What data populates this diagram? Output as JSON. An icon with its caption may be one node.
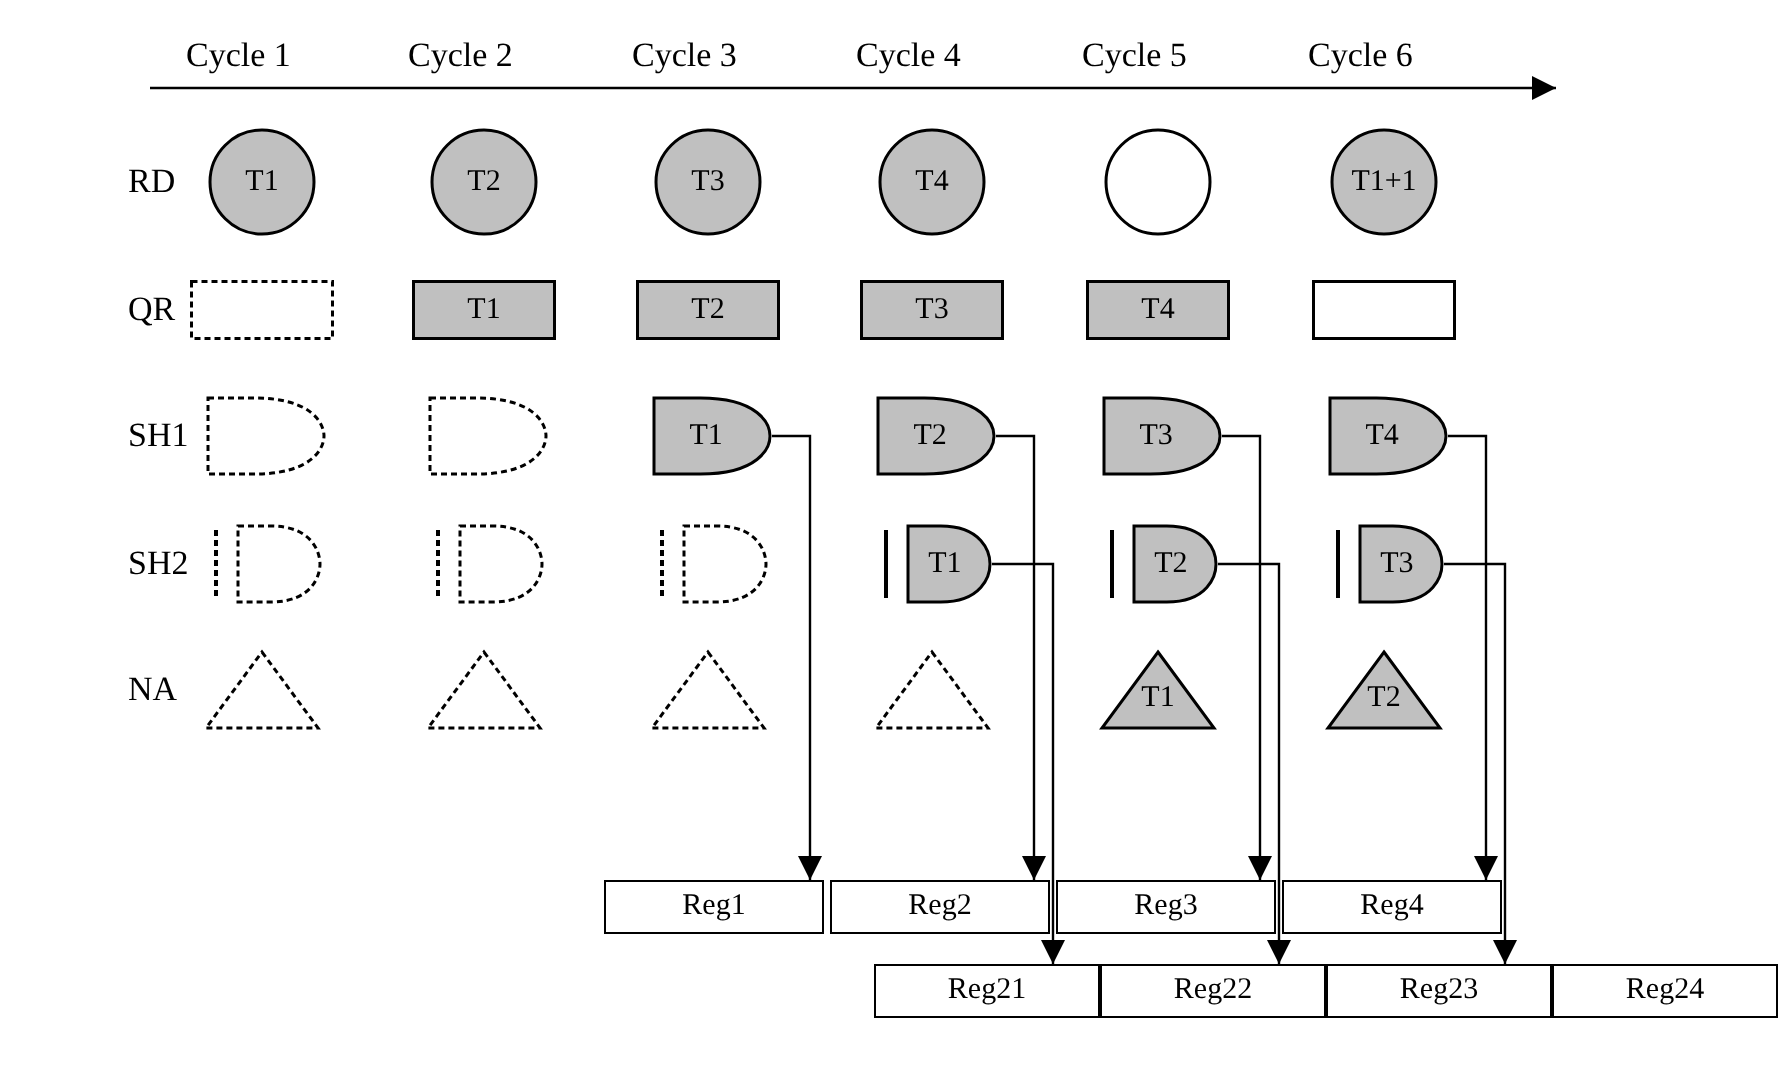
{
  "diagram": {
    "nodes": [
      {
        "text": [
          "T1"
        ]
      },
      {
        "text": [
          "T2"
        ]
      },
      {
        "text": [
          "T3"
        ]
      },
      {
        "text": [
          "T4"
        ]
      },
      {
        "text": [],
        "shape": "circle"
      },
      {
        "text": [
          "T1+1"
        ]
      },
      {
        "text": [],
        "shape": "box"
      },
      {
        "text": [
          "T1"
        ]
      },
      {
        "text": [
          "T2"
        ]
      },
      {
        "text": [
          "T3"
        ]
      },
      {
        "text": [
          "T4"
        ]
      },
      {
        "text": [],
        "shape": "box"
      },
      {
        "text": [],
        "shape": "gate"
      },
      {
        "text": [],
        "shape": "gate"
      },
      {
        "text": [
          "T1"
        ]
      },
      {
        "text": [
          "T2"
        ]
      },
      {
        "text": [
          "T3"
        ]
      },
      {
        "text": [
          "T4"
        ]
      },
      {
        "text": [],
        "shape": "gate"
      },
      {
        "text": [],
        "shape": "gate"
      },
      {
        "text": [],
        "shape": "gate"
      },
      {
        "text": [
          "T1"
        ]
      },
      {
        "text": [
          "T2"
        ]
      },
      {
        "text": [
          "T3"
        ]
      },
      {
        "text": [],
        "shape": "triangle"
      },
      {
        "text": [],
        "shape": "triangle"
      },
      {
        "text": [],
        "shape": "triangle"
      },
      {
        "text": [],
        "shape": "triangle"
      },
      {
        "text": [
          "T1"
        ]
      },
      {
        "text": [
          "T2"
        ]
      },
      {
        "text": [
          "Reg1"
        ]
      },
      {
        "text": [
          "Reg2"
        ]
      },
      {
        "text": [
          "Reg3"
        ]
      },
      {
        "text": [
          "Reg4"
        ]
      },
      {
        "text": [
          "Reg21"
        ]
      },
      {
        "text": [
          "Reg22"
        ]
      },
      {
        "text": [
          "Reg23"
        ]
      },
      {
        "text": [
          "Reg24"
        ]
      }
    ],
    "edges": [
      {
        "from": 14,
        "to": 30,
        "arrow": "to"
      },
      {
        "from": 15,
        "to": 31,
        "arrow": "to"
      },
      {
        "from": 16,
        "to": 32,
        "arrow": "to"
      },
      {
        "from": 17,
        "to": 33,
        "arrow": "to"
      },
      {
        "from": 21,
        "to": 34,
        "arrow": "to"
      },
      {
        "from": 22,
        "to": 35,
        "arrow": "to"
      },
      {
        "from": 23,
        "to": 36,
        "arrow": "to"
      }
    ],
    "labels": [
      "Cycle 1",
      "Cycle 2",
      "Cycle 3",
      "Cycle 4",
      "Cycle 5",
      "Cycle 6",
      "RD",
      "QR",
      "SH1",
      "SH2",
      "NA"
    ]
  }
}
